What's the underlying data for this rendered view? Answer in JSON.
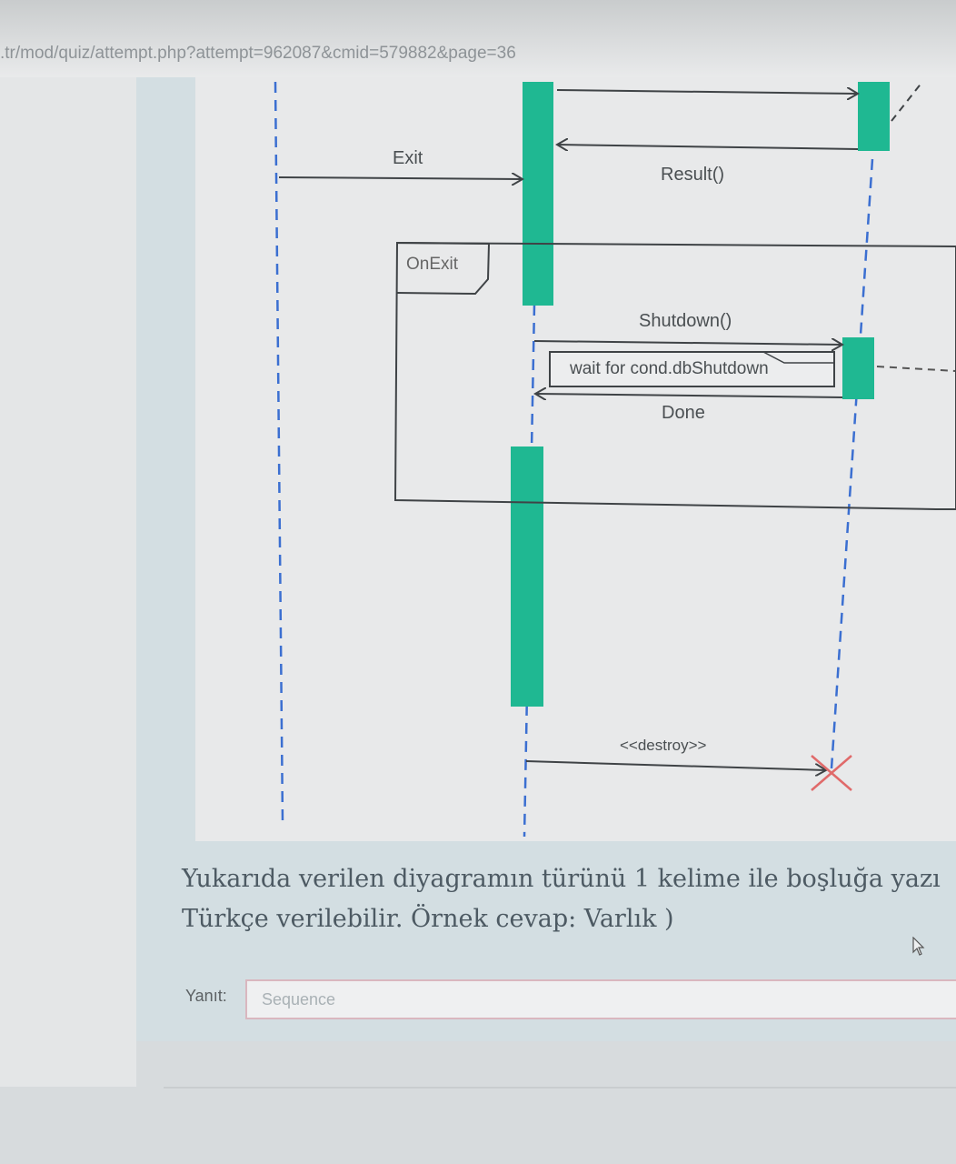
{
  "browser": {
    "url": ".tr/mod/quiz/attempt.php?attempt=962087&cmid=579882&page=36"
  },
  "diagram": {
    "messages": {
      "exit": "Exit",
      "result": "Result()",
      "shutdown": "Shutdown()",
      "done": "Done",
      "destroy": "<<destroy>>"
    },
    "fragment": {
      "label": "OnExit"
    },
    "note": {
      "text": "wait for cond.dbShutdown"
    },
    "colors": {
      "activation": "#1fb892",
      "lifeline": "#3b6fd1"
    }
  },
  "question": {
    "line1": "Yukarıda verilen diyagramın türünü 1 kelime ile boşluğa yazı",
    "line2": "Türkçe verilebilir. Örnek cevap:   Varlık )"
  },
  "answer": {
    "label": "Yanıt:",
    "value": "Sequence"
  }
}
